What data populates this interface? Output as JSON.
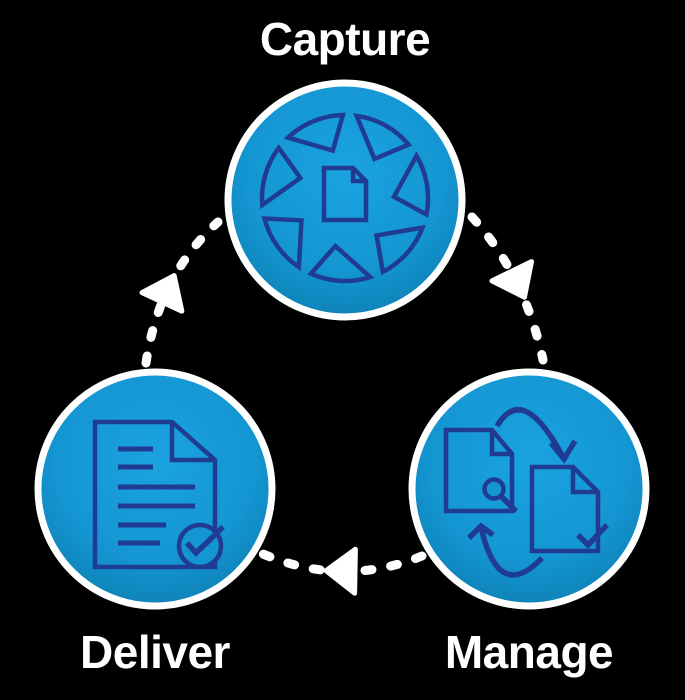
{
  "diagram": {
    "type": "cycle",
    "nodes": [
      {
        "id": "capture",
        "label": "Capture",
        "position": "top",
        "icon": "aperture-document-icon"
      },
      {
        "id": "manage",
        "label": "Manage",
        "position": "bottom-right",
        "icon": "document-sync-check-icon"
      },
      {
        "id": "deliver",
        "label": "Deliver",
        "position": "bottom-left",
        "icon": "document-lines-check-icon"
      }
    ],
    "flow": [
      {
        "from": "Capture",
        "to": "Manage"
      },
      {
        "from": "Manage",
        "to": "Deliver"
      },
      {
        "from": "Deliver",
        "to": "Capture"
      }
    ],
    "colors": {
      "background": "#000000",
      "node_fill": "#1496d2",
      "node_fill_light": "#1aa3e0",
      "node_fill_dark": "#0c7db1",
      "node_ring": "#ffffff",
      "icon_stroke": "#203c92",
      "connector": "#ffffff",
      "label_text": "#ffffff"
    }
  }
}
